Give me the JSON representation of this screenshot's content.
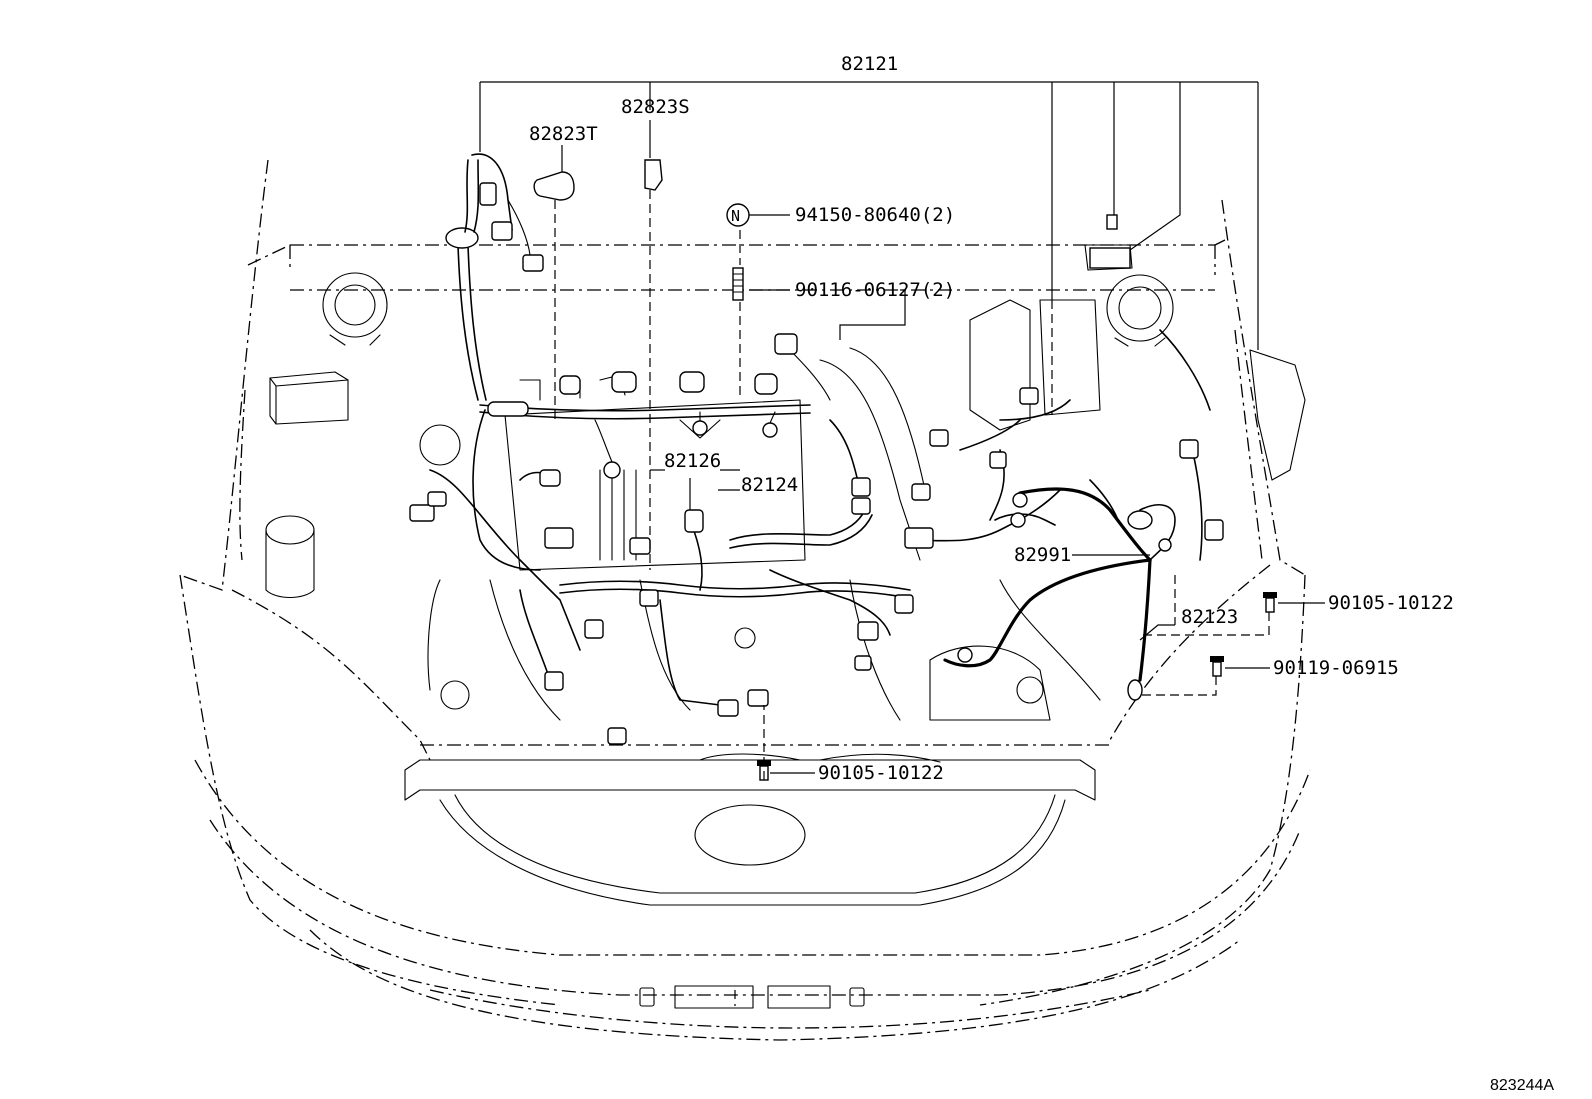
{
  "diagram": {
    "figure_code": "823244A",
    "labels": {
      "p82121": "82121",
      "p82823S": "82823S",
      "p82823T": "82823T",
      "p94150": "94150-80640(2)",
      "p90116": "90116-06127(2)",
      "p82126": "82126",
      "p82124": "82124",
      "p82991": "82991",
      "p82123": "82123",
      "p90105_right": "90105-10122",
      "p90119": "90119-06915",
      "p90105_bottom": "90105-10122",
      "nut_symbol": "N"
    }
  }
}
